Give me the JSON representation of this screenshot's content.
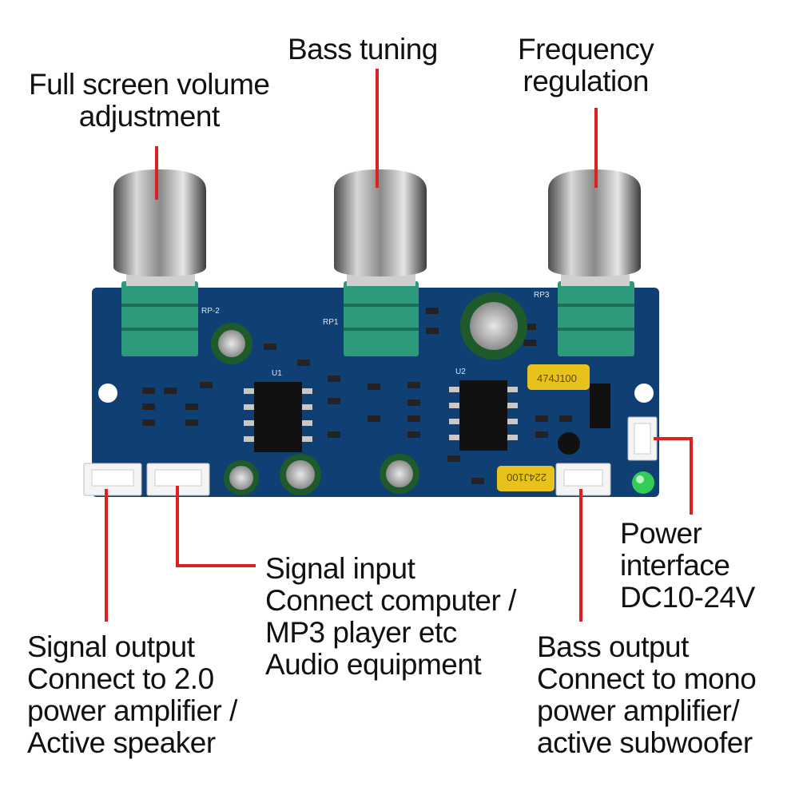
{
  "labels": {
    "volume": [
      "Full screen volume",
      "adjustment"
    ],
    "bass_tuning": [
      "Bass tuning"
    ],
    "frequency": [
      "Frequency",
      "regulation"
    ],
    "signal_input": [
      "Signal input",
      "Connect computer /",
      "MP3 player etc",
      "Audio equipment"
    ],
    "signal_output": [
      "Signal output",
      "Connect to 2.0",
      "power amplifier /",
      "Active speaker"
    ],
    "power": [
      "Power",
      "interface",
      "DC10-24V"
    ],
    "bass_output": [
      "Bass output",
      "Connect to mono",
      "power amplifier/",
      "active subwoofer"
    ]
  },
  "board_marks": {
    "cap_474": "474J100",
    "cap_224": "224J100",
    "rp1": "RP1",
    "rp2": "RP-2",
    "rp3": "RP3",
    "u1": "U1",
    "u2": "U2"
  },
  "colors": {
    "pcb": "#0f3f73",
    "pot": "#2d9a7c",
    "leader": "#e02020",
    "knob": "#9a9a9a",
    "film_cap": "#e8c21c",
    "led": "#33cc55"
  }
}
